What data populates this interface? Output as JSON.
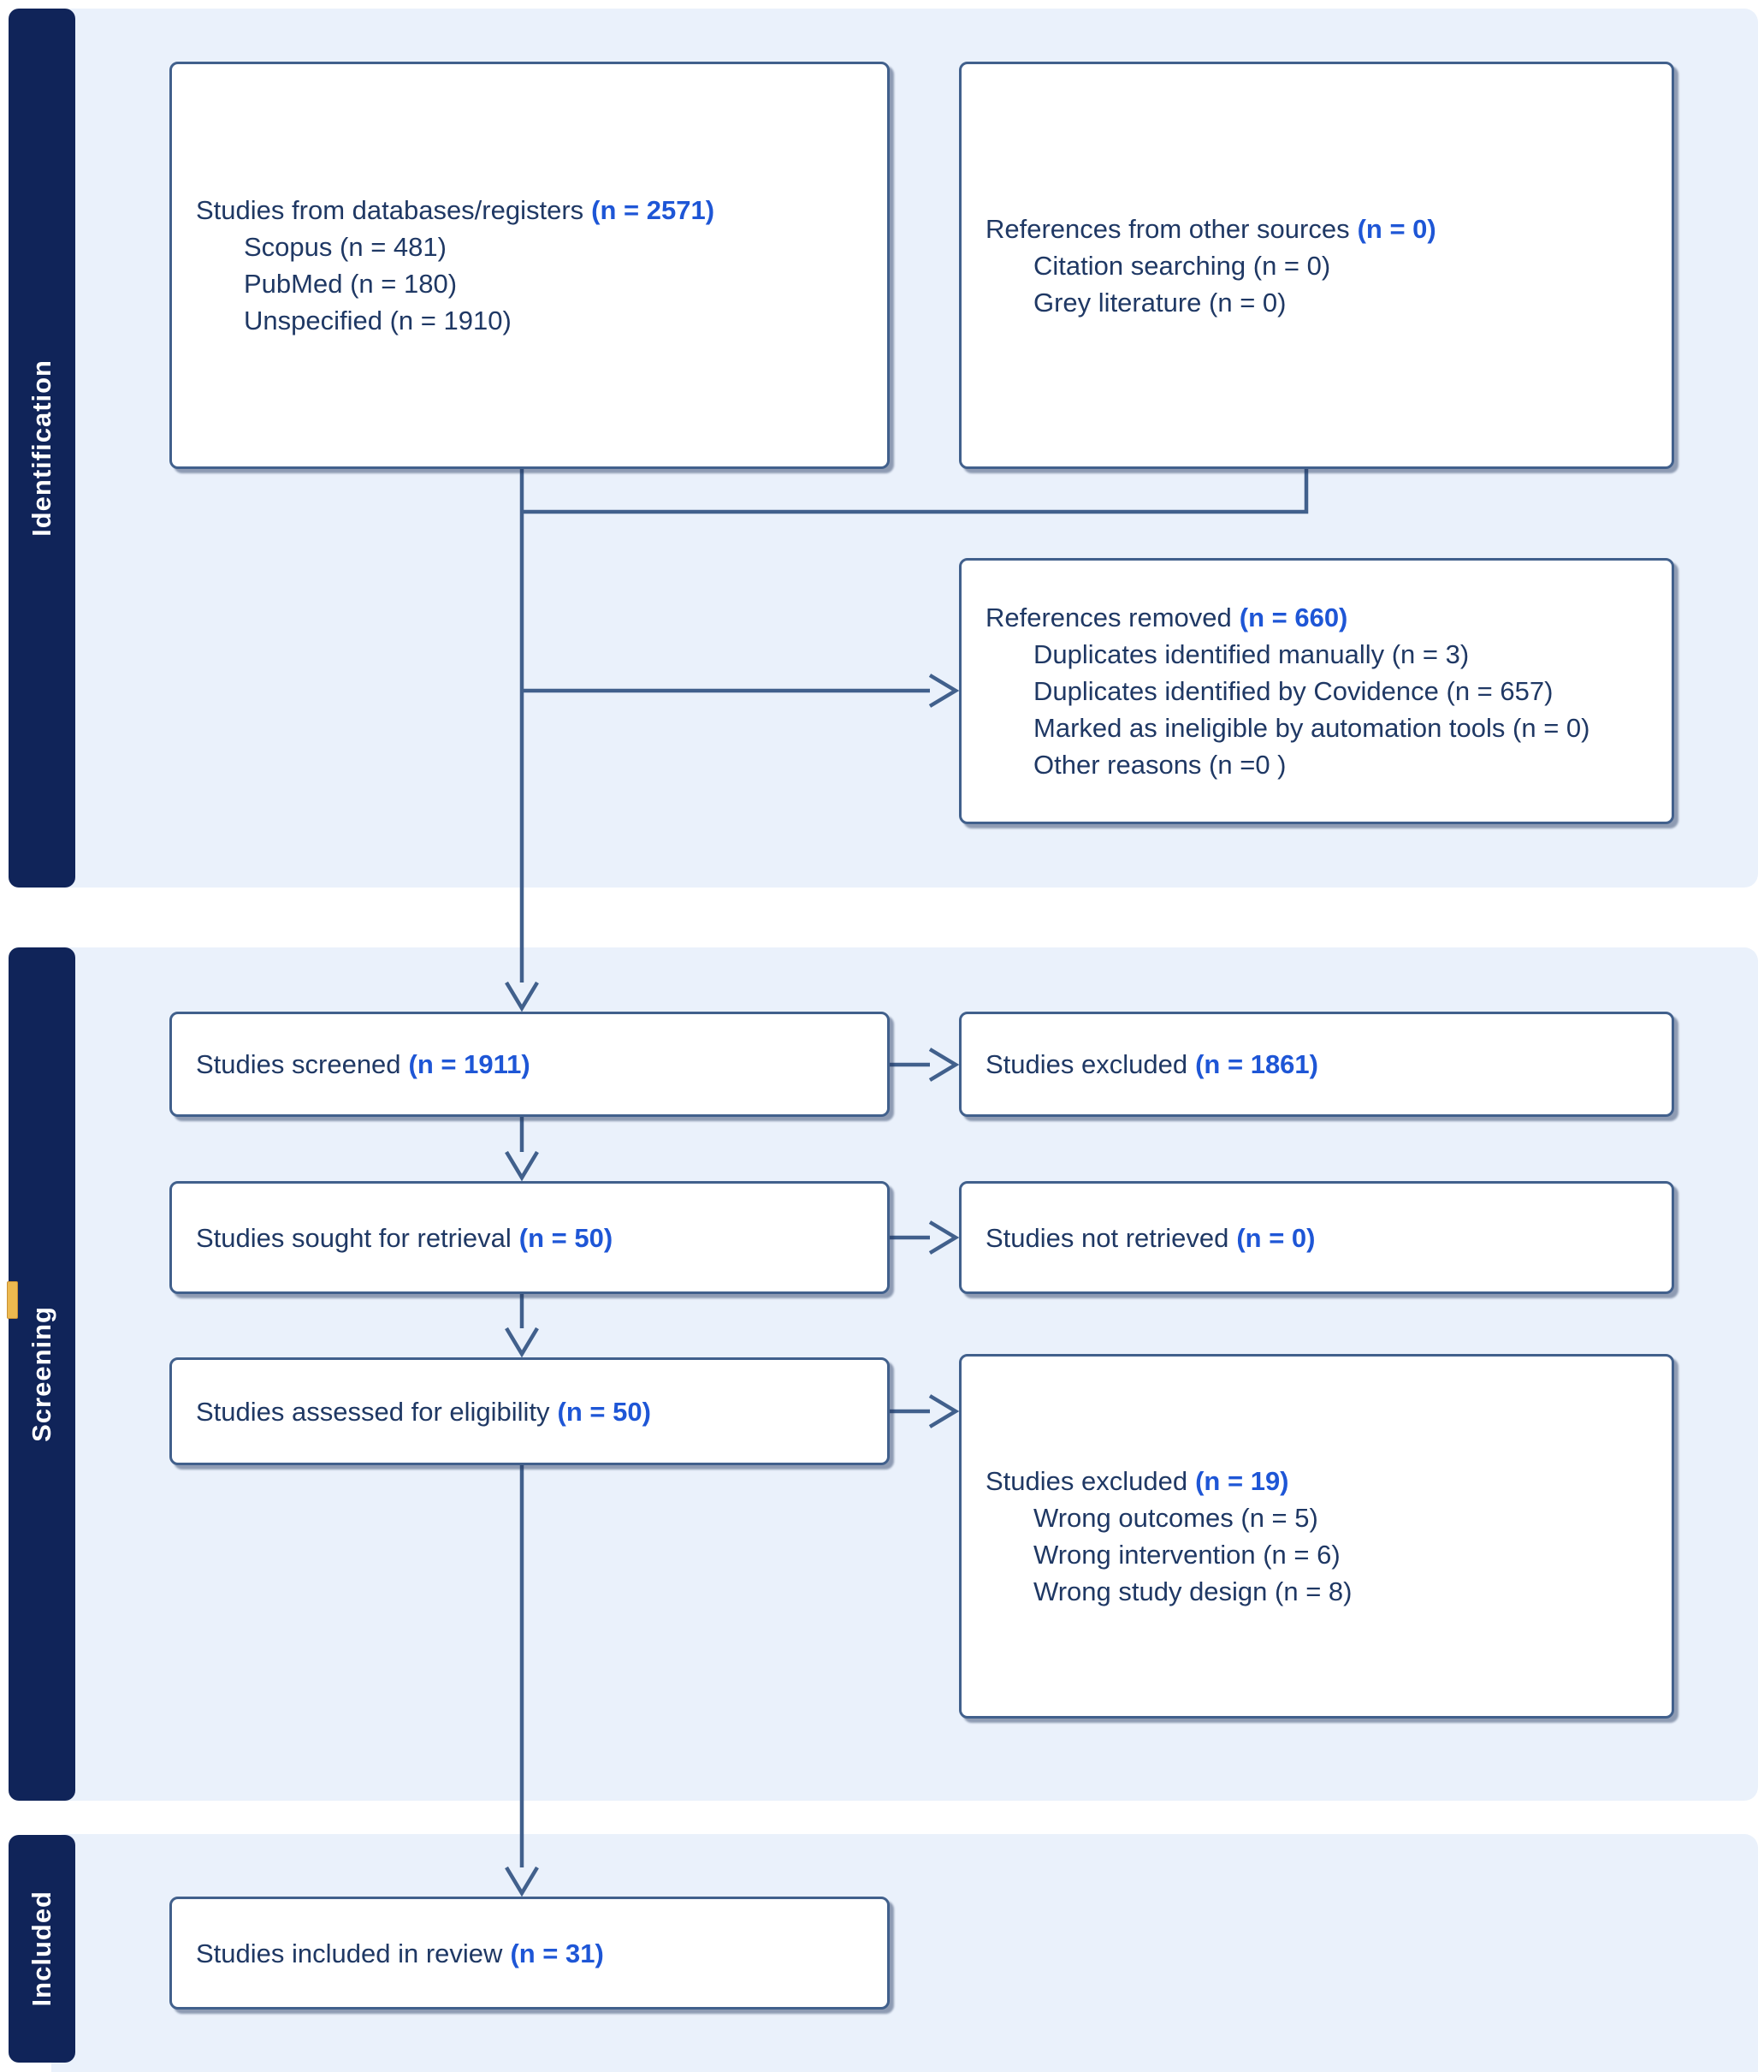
{
  "diagram": {
    "type": "PRISMA flow diagram",
    "colors": {
      "band": "#eaf1fb",
      "sidebar_bar": "#102459",
      "box_border": "#41608c",
      "box_fill": "#ffffff",
      "text": "#1f3864",
      "count_blue": "#1e56d6",
      "arrow": "#41608c",
      "highlight_mark": "#edb94f"
    }
  },
  "sidebar": {
    "sections": [
      {
        "label": "Identification"
      },
      {
        "label": "Screening"
      },
      {
        "label": "Included"
      }
    ]
  },
  "boxes": {
    "b1": {
      "label": "Studies from databases/registers",
      "count": "(n = 2571)",
      "items": [
        "Scopus (n = 481)",
        "PubMed (n = 180)",
        "Unspecified (n = 1910)"
      ]
    },
    "b2": {
      "label": "References from other sources",
      "count": "(n = 0)",
      "items": [
        "Citation searching (n = 0)",
        "Grey literature (n = 0)"
      ]
    },
    "b3": {
      "label": "References removed",
      "count": "(n = 660)",
      "items": [
        "Duplicates identified manually (n = 3)",
        "Duplicates identified by Covidence (n = 657)",
        "Marked as ineligible by automation tools (n = 0)",
        "Other reasons (n =0 )"
      ]
    },
    "b4": {
      "label": "Studies screened",
      "count": "(n = 1911)"
    },
    "b5": {
      "label": "Studies excluded",
      "count": "(n = 1861)"
    },
    "b6": {
      "label": "Studies sought for retrieval",
      "count": "(n = 50)"
    },
    "b7": {
      "label": "Studies not retrieved",
      "count": "(n = 0)"
    },
    "b8": {
      "label": "Studies assessed for eligibility",
      "count": "(n = 50)"
    },
    "b9": {
      "label": "Studies excluded",
      "count": "(n = 19)",
      "items": [
        "Wrong outcomes (n = 5)",
        "Wrong intervention (n = 6)",
        "Wrong study design (n = 8)"
      ]
    },
    "b10": {
      "label": "Studies included in review",
      "count": "(n = 31)"
    }
  }
}
